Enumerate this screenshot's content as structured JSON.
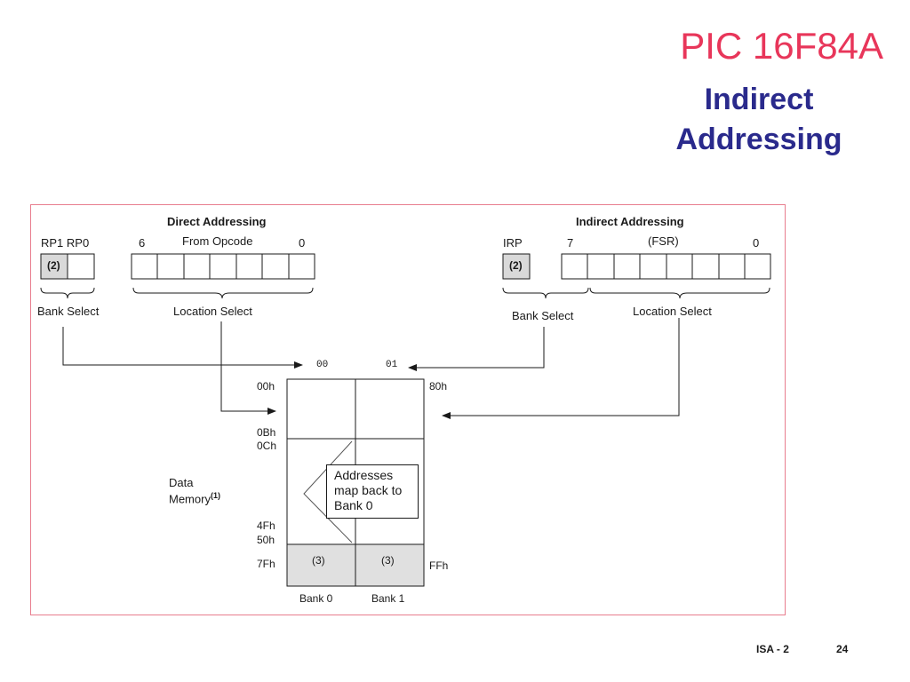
{
  "title": {
    "main": "PIC 16F84A",
    "sub_line1": "Indirect",
    "sub_line2": "Addressing"
  },
  "diagram": {
    "direct": {
      "heading": "Direct Addressing",
      "reg_labels": "RP1 RP0",
      "reg_note": "(2)",
      "bit_high": "6",
      "field_label": "From Opcode",
      "bit_low": "0",
      "bank_select": "Bank Select",
      "location_select": "Location Select"
    },
    "indirect": {
      "heading": "Indirect Addressing",
      "reg_label": "IRP",
      "reg_note": "(2)",
      "bit_high": "7",
      "field_label": "(FSR)",
      "bit_low": "0",
      "bank_select": "Bank Select",
      "location_select": "Location Select"
    },
    "bank_codes": [
      "00",
      "01"
    ],
    "addresses": {
      "a00h": "00h",
      "a0Bh": "0Bh",
      "a0Ch": "0Ch",
      "a4Fh": "4Fh",
      "a50h": "50h",
      "a7Fh": "7Fh",
      "a80h": "80h",
      "aFFh": "FFh"
    },
    "data_memory_label": "Data",
    "data_memory_label2": "Memory",
    "data_memory_note": "(1)",
    "note_lines": [
      "Addresses",
      "map back to",
      "Bank 0"
    ],
    "unimpl_note": "(3)",
    "bank_labels": [
      "Bank 0",
      "Bank 1"
    ]
  },
  "footer": {
    "slide_label": "ISA - 2",
    "page_number": "24"
  },
  "colors": {
    "title_main": "#e8365a",
    "title_sub": "#2a2a8c",
    "figure_border": "#e87d8e",
    "register_fill": "#d9d9d9",
    "unimplemented_fill": "#e0e0e0"
  }
}
